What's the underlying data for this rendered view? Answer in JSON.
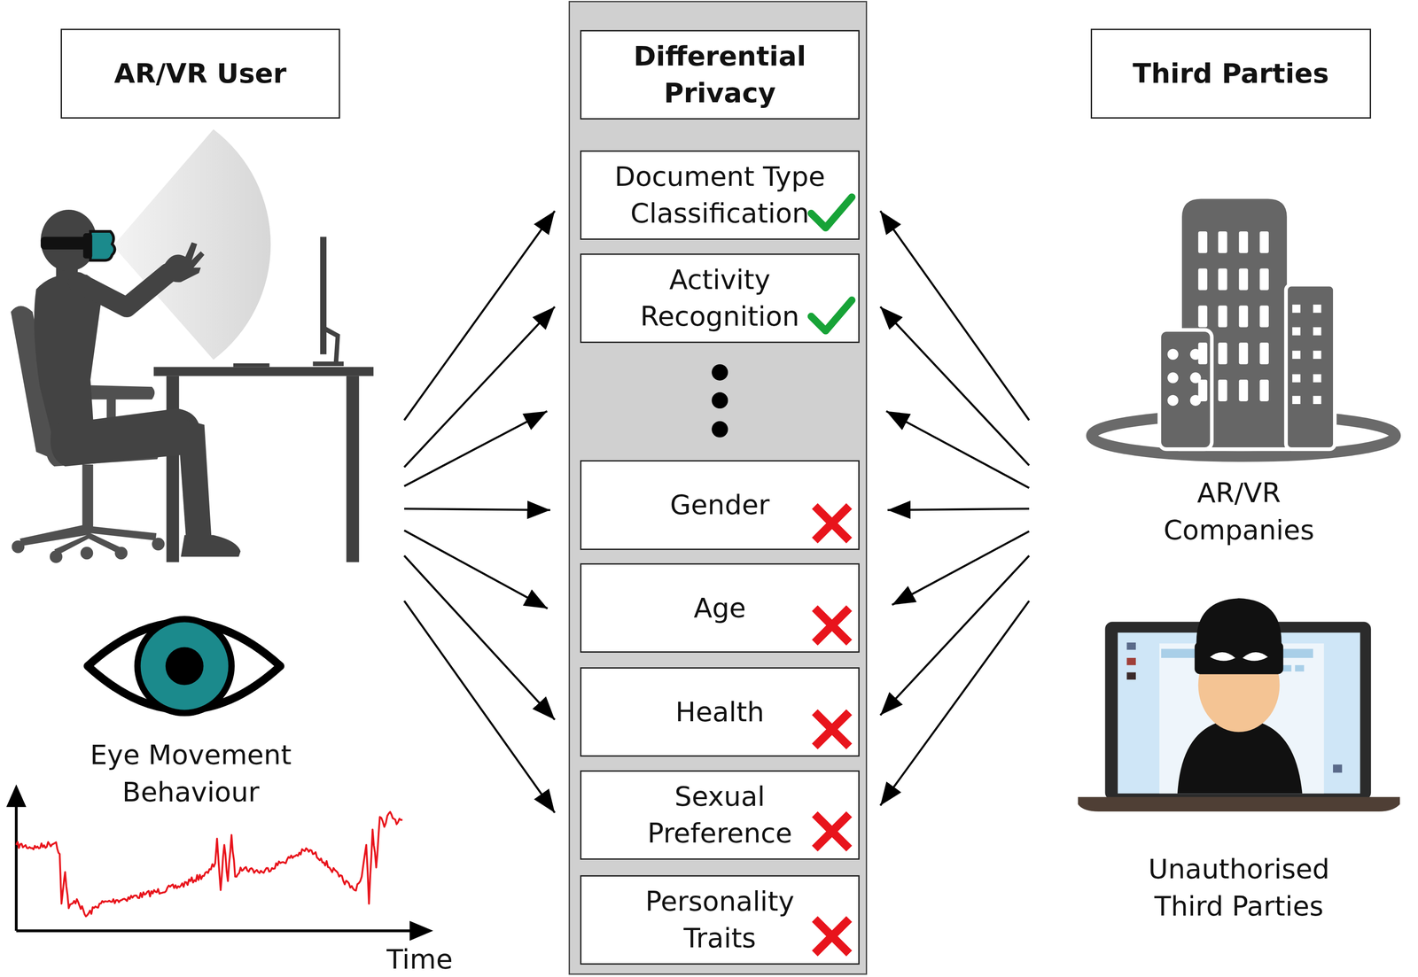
{
  "diagram": {
    "nodes": [
      {
        "text": [
          "AR/VR User"
        ]
      },
      {
        "text": [
          "Differential Privacy"
        ]
      },
      {
        "text": [
          "Document Type Classification"
        ],
        "in": 1
      },
      {
        "text": [
          "Activity Recognition"
        ],
        "in": 1
      },
      {
        "text": [
          "Gender"
        ],
        "in": 1
      },
      {
        "text": [
          "Age"
        ],
        "in": 1
      },
      {
        "text": [
          "Health"
        ],
        "in": 1
      },
      {
        "text": [
          "Sexual Preference"
        ],
        "in": 1
      },
      {
        "text": [
          "Personality Traits"
        ],
        "in": 1
      },
      {
        "text": [
          "Third Parties"
        ]
      }
    ],
    "edges": [
      {
        "from": 0,
        "to": 2,
        "arrow": "to"
      },
      {
        "from": 0,
        "to": 3,
        "arrow": "to"
      },
      {
        "from": 0,
        "to": 1,
        "arrow": "to"
      },
      {
        "from": 0,
        "to": 4,
        "arrow": "to"
      },
      {
        "from": 0,
        "to": 5,
        "arrow": "to"
      },
      {
        "from": 0,
        "to": 6,
        "arrow": "to"
      },
      {
        "from": 0,
        "to": 7,
        "arrow": "to"
      },
      {
        "from": 9,
        "to": 2,
        "arrow": "to"
      },
      {
        "from": 9,
        "to": 3,
        "arrow": "to"
      },
      {
        "from": 9,
        "to": 1,
        "arrow": "to"
      },
      {
        "from": 9,
        "to": 4,
        "arrow": "to"
      },
      {
        "from": 9,
        "to": 5,
        "arrow": "to"
      },
      {
        "from": 9,
        "to": 6,
        "arrow": "to"
      },
      {
        "from": 9,
        "to": 7,
        "arrow": "to"
      }
    ],
    "labels": [
      "Eye Movement Behaviour",
      "Time",
      "AR/VR Companies",
      "Unauthorised Third Parties"
    ]
  }
}
